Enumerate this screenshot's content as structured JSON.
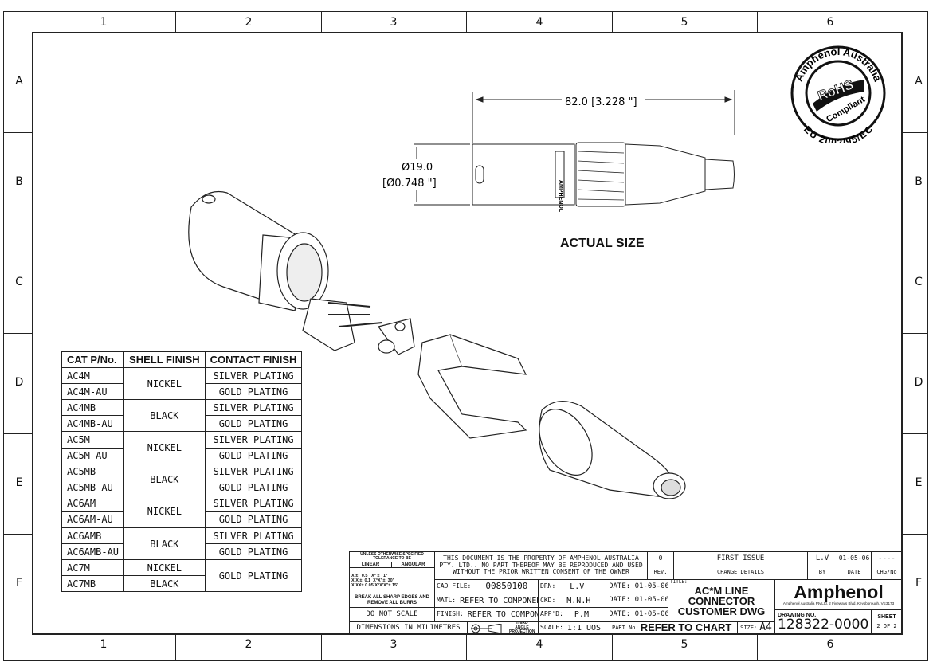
{
  "zones": {
    "columns": [
      "1",
      "2",
      "3",
      "4",
      "5",
      "6"
    ],
    "rows": [
      "A",
      "B",
      "C",
      "D",
      "E",
      "F"
    ]
  },
  "dimensions": {
    "length": "82.0 [3.228 \"]",
    "diameter_mm": "Ø19.0",
    "diameter_in": "[Ø0.748 \"]",
    "actual_size": "ACTUAL SIZE",
    "body_marking": "AMPHENOL"
  },
  "rohs": {
    "top": "Amphenol Australia",
    "center": "RoHS",
    "sub": "Compliant",
    "bottom": "EU 2002/95/EC"
  },
  "table": {
    "headers": [
      "CAT P/No.",
      "SHELL FINISH",
      "CONTACT FINISH"
    ],
    "groups": [
      {
        "parts": [
          "AC4M",
          "AC4M-AU"
        ],
        "shell": "NICKEL",
        "contacts": [
          "SILVER PLATING",
          "GOLD PLATING"
        ]
      },
      {
        "parts": [
          "AC4MB",
          "AC4MB-AU"
        ],
        "shell": "BLACK",
        "contacts": [
          "SILVER PLATING",
          "GOLD PLATING"
        ]
      },
      {
        "parts": [
          "AC5M",
          "AC5M-AU"
        ],
        "shell": "NICKEL",
        "contacts": [
          "SILVER PLATING",
          "GOLD PLATING"
        ]
      },
      {
        "parts": [
          "AC5MB",
          "AC5MB-AU"
        ],
        "shell": "BLACK",
        "contacts": [
          "SILVER PLATING",
          "GOLD PLATING"
        ]
      },
      {
        "parts": [
          "AC6AM",
          "AC6AM-AU"
        ],
        "shell": "NICKEL",
        "contacts": [
          "SILVER PLATING",
          "GOLD PLATING"
        ]
      },
      {
        "parts": [
          "AC6AMB",
          "AC6AMB-AU"
        ],
        "shell": "BLACK",
        "contacts": [
          "SILVER PLATING",
          "GOLD PLATING"
        ]
      }
    ],
    "last": {
      "parts": [
        "AC7M",
        "AC7MB"
      ],
      "shells": [
        "NICKEL",
        "BLACK"
      ],
      "contact": "GOLD PLATING"
    }
  },
  "title_block": {
    "tolerance_header": "UNLESS OTHERWISE SPECIFIED TOLERANCE TO BE",
    "linear": "LINEAR",
    "angular": "ANGULAR",
    "tol_lines": [
      "X ±   0.5   X° ±   1°",
      "X.X ±  0.1  X°X' ±  30'",
      "X.XX± 0.05 X°X'X\"± 15'"
    ],
    "break_edges": "BREAK ALL SHARP EDGES AND REMOVE ALL BURRS",
    "do_not_scale": "DO NOT SCALE",
    "dimensions_in": "DIMENSIONS IN MILIMETRES",
    "property": "THIS DOCUMENT IS THE PROPERTY OF AMPHENOL AUSTRALIA PTY. LTD.. NO PART THEREOF MAY BE REPRODUCED AND USED WITHOUT THE PRIOR WRITTEN CONSENT OF THE OWNER",
    "cad_label": "CAD FILE:",
    "cad_value": "00850100",
    "matl_label": "MATL:",
    "matl_value": "REFER TO COMPONENT",
    "finish_label": "FINISH:",
    "finish_value": "REFER TO COMPONENT",
    "projection": "THIRD ANGLE PROJECTION",
    "scale_label": "SCALE:",
    "scale_value": "1:1 UOS",
    "drn_label": "DRN:",
    "drn": "L.V",
    "ckd_label": "CKD:",
    "ckd": "M.N.H",
    "appd_label": "APP'D:",
    "appd": "P.M",
    "date_label": "DATE:",
    "date1": "01-05-06",
    "date2": "01-05-06",
    "date3": "01-05-06",
    "rev": "0",
    "rev_label": "REV.",
    "change": "FIRST ISSUE",
    "change_label": "CHANGE DETAILS",
    "by": "L.V",
    "by_label": "BY",
    "rev_date": "01-05-06",
    "date_col": "DATE",
    "chg": "----",
    "chg_label": "CHG/No",
    "title_label": "TITLE:",
    "title": "AC*M LINE CONNECTOR CUSTOMER DWG",
    "part_label": "PART No:",
    "part": "REFER TO CHART",
    "size_label": "SIZE:",
    "size": "A4",
    "company": "Amphenol",
    "address": "Amphenol Australia Pty.Ltd, 2 Fiveways Blvd, Keysborough, Vic3173",
    "drawing_no_label": "DRAWING NO.",
    "drawing_no": "128322-0000",
    "sheet_label": "SHEET",
    "sheet": "2 OF 2"
  }
}
